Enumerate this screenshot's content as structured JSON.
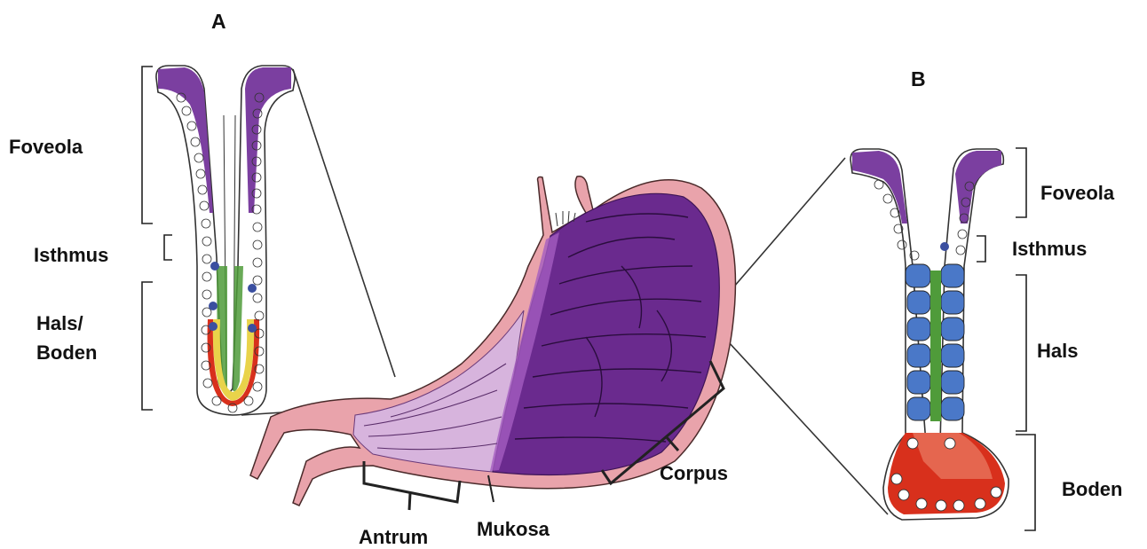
{
  "panels": {
    "a": "A",
    "b": "B"
  },
  "gland_a": {
    "foveola": "Foveola",
    "isthmus": "Isthmus",
    "hals_boden_1": "Hals/",
    "hals_boden_2": "Boden"
  },
  "gland_b": {
    "foveola": "Foveola",
    "isthmus": "Isthmus",
    "hals": "Hals",
    "boden": "Boden"
  },
  "stomach": {
    "antrum": "Antrum",
    "mukosa": "Mukosa",
    "corpus": "Corpus"
  },
  "colors": {
    "foveolar_cells": "#7b3fa0",
    "corpus_mucosa": "#6a2a8e",
    "antrum_mucosa": "#d7b4dd",
    "stomach_wall": "#e9a3ab",
    "neck_cells": "#4a78c8",
    "base_cells": "#d8301c",
    "green_zone": "#4f9b3a",
    "yellow_zone": "#e9d34a"
  }
}
